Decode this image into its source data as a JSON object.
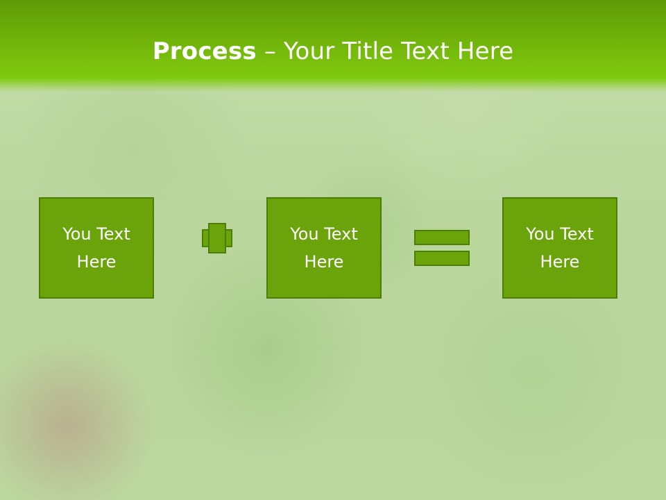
{
  "title": {
    "bold": "Process",
    "rest": " – Your Title Text Here"
  },
  "boxes": [
    {
      "label": "You Text\nHere"
    },
    {
      "label": "You Text\nHere"
    },
    {
      "label": "You Text\nHere"
    }
  ],
  "colors": {
    "header": "#80c90e",
    "box_fill": "#6aa30a",
    "box_border": "#4c7d05",
    "text": "#ffffff"
  }
}
